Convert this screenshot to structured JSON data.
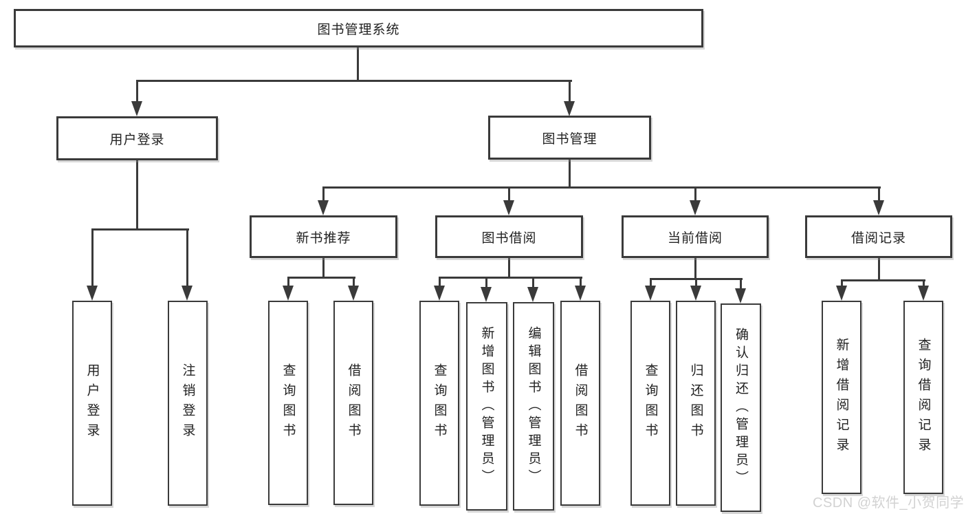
{
  "diagram": {
    "root": {
      "label": "图书管理系统"
    },
    "level2": [
      {
        "label": "用户登录"
      },
      {
        "label": "图书管理"
      }
    ],
    "level3": [
      {
        "label": "新书推荐"
      },
      {
        "label": "图书借阅"
      },
      {
        "label": "当前借阅"
      },
      {
        "label": "借阅记录"
      }
    ],
    "leaves": {
      "user_login": [
        "用户登录",
        "注销登录"
      ],
      "new_book_recommend": [
        "查询图书",
        "借阅图书"
      ],
      "book_borrow": [
        "查询图书",
        "新增图书（管理员）",
        "编辑图书（管理员）",
        "借阅图书"
      ],
      "current_borrow": [
        "查询图书",
        "归还图书",
        "确认归还（管理员）"
      ],
      "borrow_record": [
        "新增借阅记录",
        "查询借阅记录"
      ]
    },
    "watermark": "CSDN @软件_小贺同学",
    "colors": {
      "line": "#3a3a3a",
      "border": "#3a3a3a",
      "text": "#222222",
      "background": "#ffffff",
      "watermark": "#d0d0d0"
    }
  }
}
